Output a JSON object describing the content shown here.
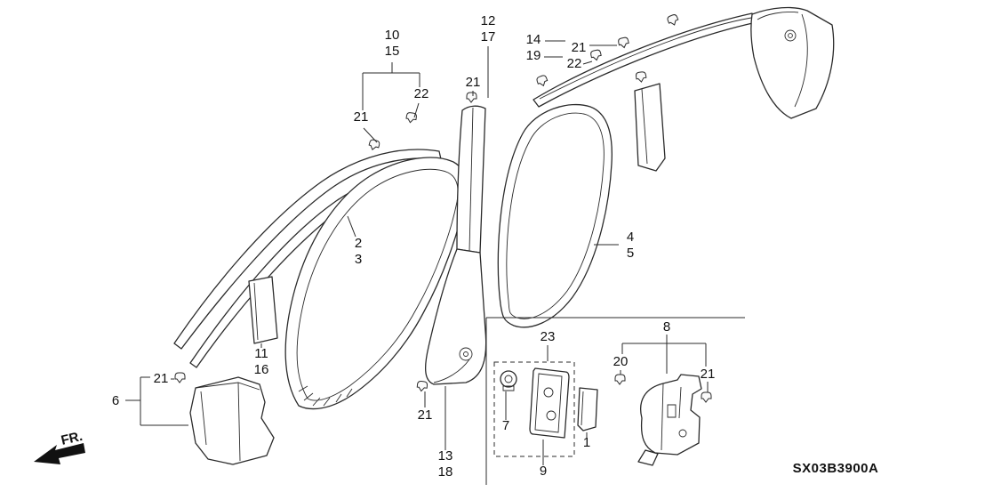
{
  "diagram": {
    "part_code": "SX03B3900A",
    "direction_label": "FR.",
    "callouts": [
      {
        "n": "10"
      },
      {
        "n": "15"
      },
      {
        "n": "21"
      },
      {
        "n": "22"
      },
      {
        "n": "12"
      },
      {
        "n": "17"
      },
      {
        "n": "21"
      },
      {
        "n": "14"
      },
      {
        "n": "19"
      },
      {
        "n": "21"
      },
      {
        "n": "22"
      },
      {
        "n": "2"
      },
      {
        "n": "3"
      },
      {
        "n": "4"
      },
      {
        "n": "5"
      },
      {
        "n": "11"
      },
      {
        "n": "16"
      },
      {
        "n": "21"
      },
      {
        "n": "6"
      },
      {
        "n": "21"
      },
      {
        "n": "13"
      },
      {
        "n": "18"
      },
      {
        "n": "23"
      },
      {
        "n": "7"
      },
      {
        "n": "1"
      },
      {
        "n": "9"
      },
      {
        "n": "8"
      },
      {
        "n": "20"
      },
      {
        "n": "21"
      }
    ]
  }
}
